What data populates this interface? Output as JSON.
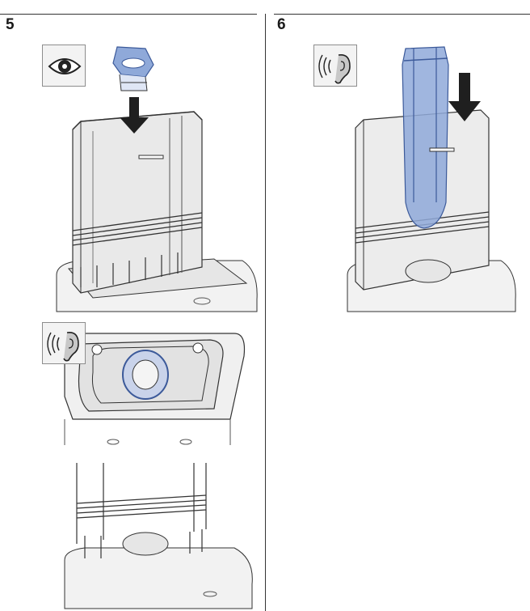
{
  "steps": [
    {
      "number": "5",
      "icons": [
        "eye-icon",
        "ear-sound-icon"
      ],
      "illustrations": [
        "insert-inner-sleeve",
        "clip-sleeve-into-base",
        "sleeve-installed"
      ]
    },
    {
      "number": "6",
      "icons": [
        "ear-sound-icon"
      ],
      "illustrations": [
        "insert-flush-valve"
      ]
    }
  ],
  "colors": {
    "line": "#333333",
    "part_fill": "#e8e8e8",
    "part_shade": "#d2d2d2",
    "highlight_blue": "#8fa9d9",
    "highlight_blue_dark": "#3c5a9a",
    "arrow": "#1f1f1f",
    "icon_bg": "#f3f3f3"
  }
}
